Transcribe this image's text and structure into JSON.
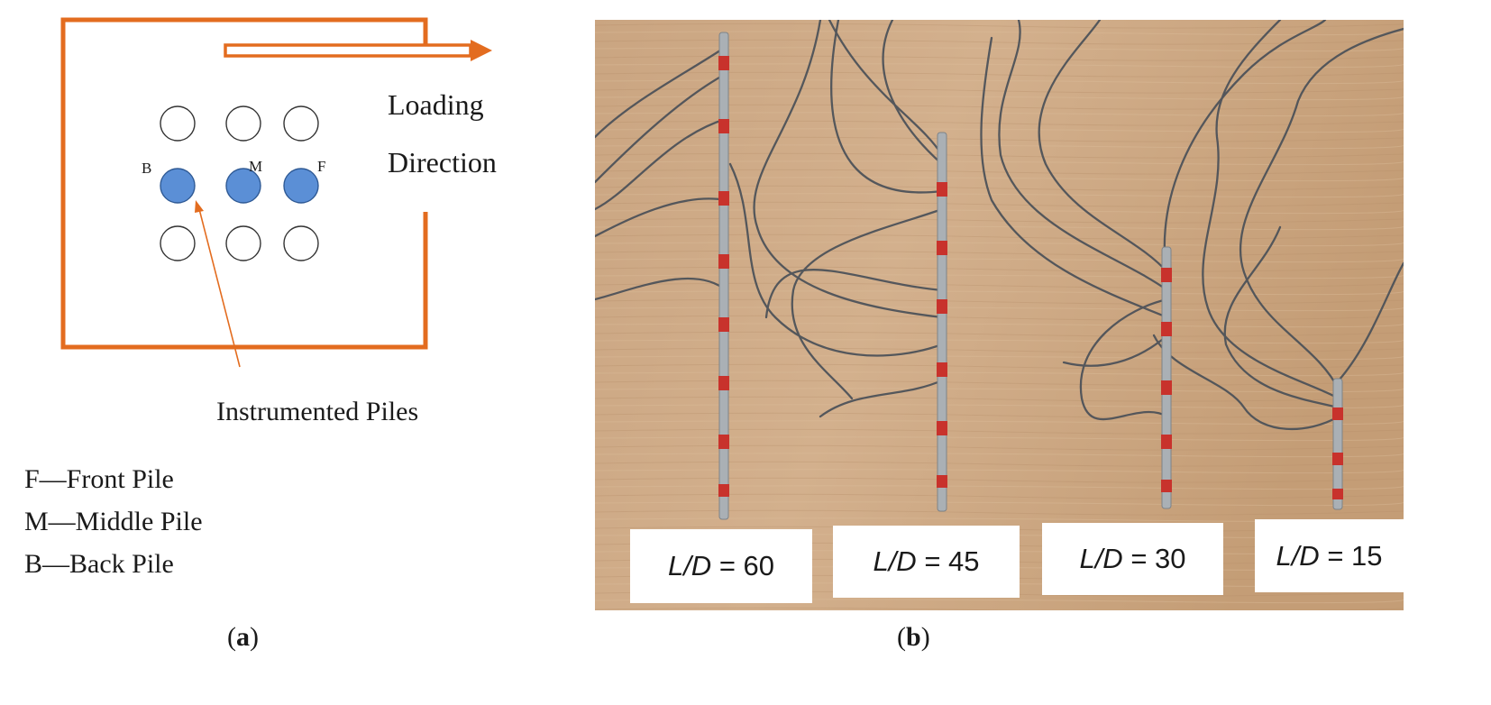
{
  "panel_a": {
    "loading_direction": [
      "Loading",
      "Direction"
    ],
    "instrumented_label": "Instrumented Piles",
    "pile_labels": [
      "B",
      "M",
      "F"
    ],
    "legend": [
      "F—Front Pile",
      "M—Middle Pile",
      "B—Back Pile"
    ],
    "caption": [
      "(",
      "a",
      ")"
    ],
    "colors": {
      "container": "#e36c1f",
      "instrumented_pile": "#5b8fd6",
      "pile_outline": "#333333"
    }
  },
  "panel_b": {
    "caption": [
      "(",
      "b",
      ")"
    ],
    "labels": [
      {
        "ratio": "L/D",
        "value": "60"
      },
      {
        "ratio": "L/D",
        "value": "45"
      },
      {
        "ratio": "L/D",
        "value": "30"
      },
      {
        "ratio": "L/D",
        "value": "15"
      }
    ],
    "colors": {
      "board": "#c9a47d",
      "wire": "#4a5058",
      "tape": "#c8322c",
      "pile": "#aab0b5"
    }
  }
}
